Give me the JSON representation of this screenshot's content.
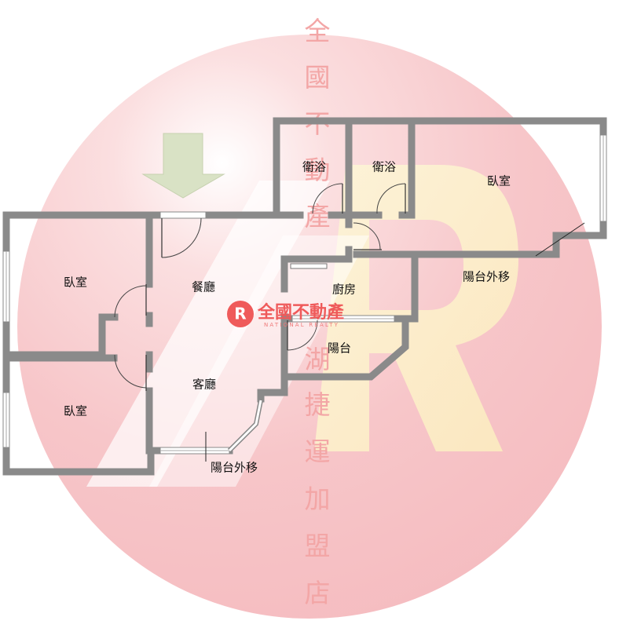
{
  "watermark": {
    "vertical_text": [
      "全",
      "國",
      "不",
      "動",
      "產",
      "湖",
      "捷",
      "運",
      "加",
      "盟",
      "店"
    ],
    "logo_cn": "全國不動產",
    "logo_en": "NATIONAL REALTY",
    "logo_mark": "R"
  },
  "rooms": {
    "bedroom_left_top": "臥室",
    "bedroom_left_bottom": "臥室",
    "dining": "餐廳",
    "living": "客廳",
    "bath_1": "衛浴",
    "bath_2": "衛浴",
    "bedroom_right": "臥室",
    "kitchen": "廚房",
    "balcony": "陽台"
  },
  "notes": {
    "balcony_moved_right": "陽台外移",
    "balcony_moved_bottom": "陽台外移"
  },
  "icons": {
    "entrance": "down-arrow-icon"
  },
  "colors": {
    "circle": "#f7c5c8",
    "wall": "#8a8a8a",
    "watermark_text": "#f3a6a6",
    "logo": "#ef5a5a",
    "arrow": "#d9e2c5"
  }
}
